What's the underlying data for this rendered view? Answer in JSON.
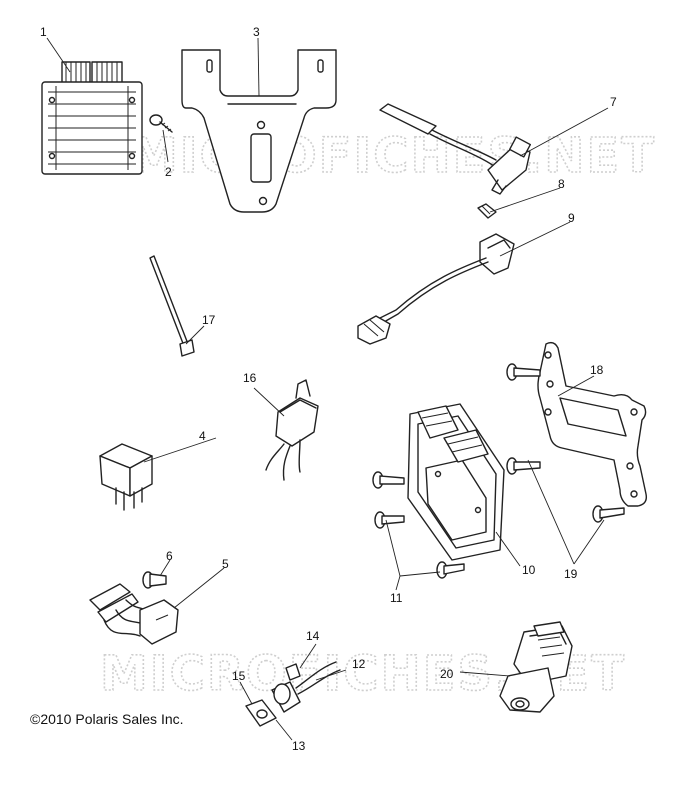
{
  "watermark": "MICROFICHES.NET",
  "copyright": "©2010 Polaris Sales Inc.",
  "callouts": {
    "c1": "1",
    "c2": "2",
    "c3": "3",
    "c4": "4",
    "c5": "5",
    "c6": "6",
    "c7": "7",
    "c8": "8",
    "c9": "9",
    "c10": "10",
    "c11": "11",
    "c12": "12",
    "c13": "13",
    "c14": "14",
    "c15": "15",
    "c16": "16",
    "c17": "17",
    "c18": "18",
    "c19": "19",
    "c20": "20"
  }
}
